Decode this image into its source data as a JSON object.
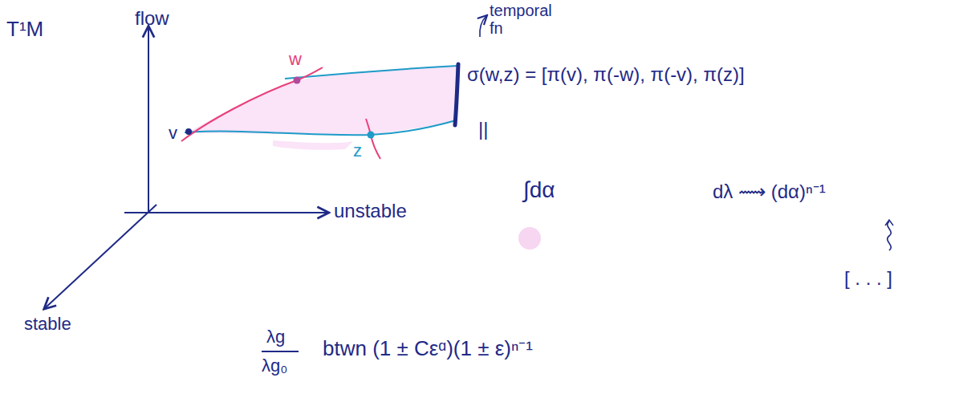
{
  "diagram": {
    "labels": [
      "T¹M",
      "flow",
      "temporal fn",
      "w",
      "σ(w,z) = [π(v), π(-w), π(-v), π(z)]",
      "||",
      "v",
      "z",
      "unstable",
      "∫dα",
      "dλ ⟿ (dα)ⁿ⁻¹",
      "[ . . . ]",
      "stable",
      "λg",
      "λg₀",
      "btwn (1 ± Cεᵅ)(1 ± ε)ⁿ⁻¹"
    ]
  }
}
